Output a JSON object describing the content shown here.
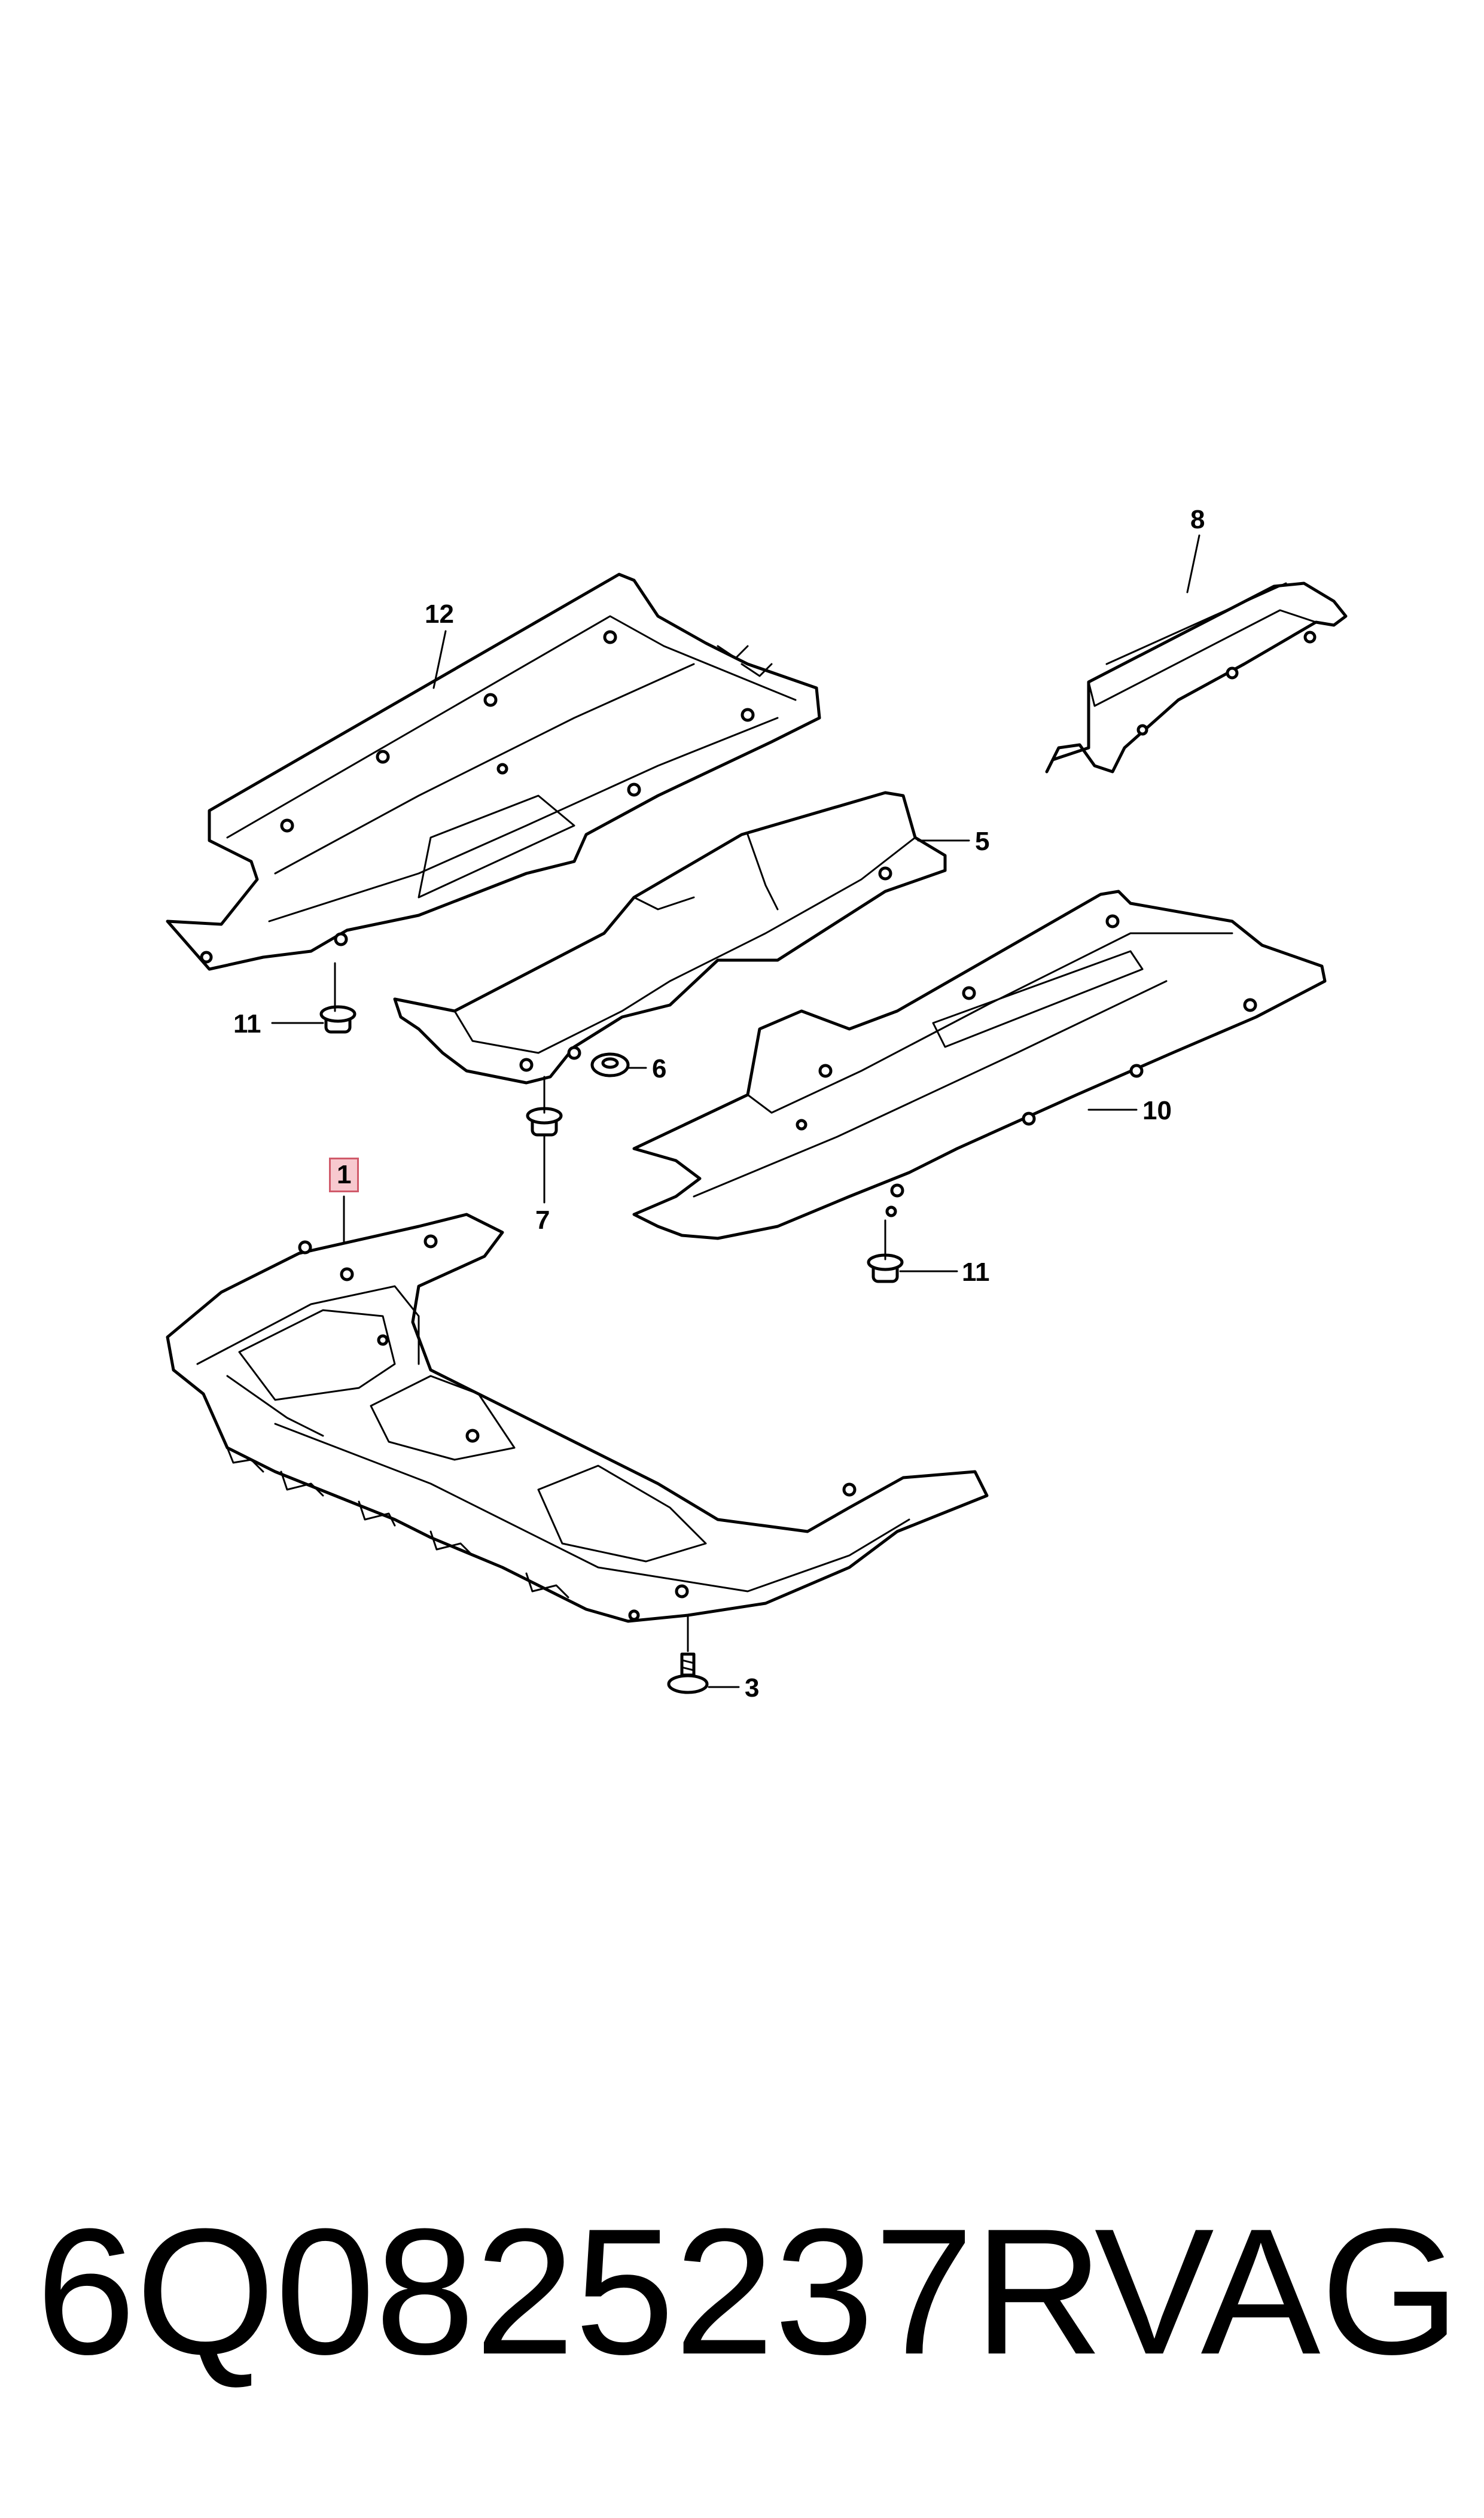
{
  "callouts": {
    "c1": "1",
    "c3": "3",
    "c5": "5",
    "c6": "6",
    "c7": "7",
    "c8": "8",
    "c10": "10",
    "c11a": "11",
    "c11b": "11",
    "c12": "12"
  },
  "highlighted_callout": "1",
  "footer": {
    "part_number": "6Q0825237R",
    "brand": "VAG"
  },
  "colors": {
    "highlight_fill": "#f7c9cf",
    "highlight_border": "#d05a6a",
    "line": "#000000"
  }
}
